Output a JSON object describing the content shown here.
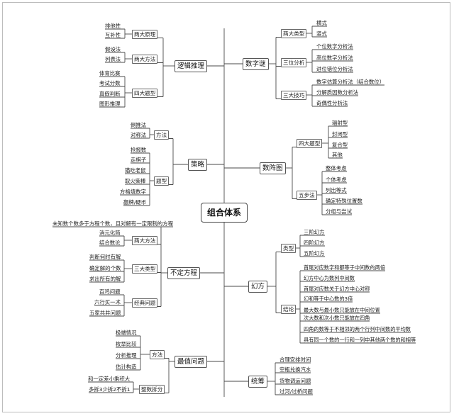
{
  "root": "组合体系",
  "branches": [
    {
      "id": "logic",
      "label": "逻辑推理",
      "children": [
        {
          "id": "logic-a",
          "label": "两大原理",
          "items": [
            "排他性",
            "互补性"
          ]
        },
        {
          "id": "logic-b",
          "label": "两大方法",
          "items": [
            "假设法",
            "列表法"
          ]
        },
        {
          "id": "logic-c",
          "label": "四大题型",
          "items": [
            "体育比赛",
            "考试分数",
            "真假判断",
            "图形推理"
          ]
        }
      ]
    },
    {
      "id": "digit",
      "label": "数字谜",
      "children": [
        {
          "id": "digit-a",
          "label": "两大类型",
          "items": [
            "横式",
            "竖式"
          ]
        },
        {
          "id": "digit-b",
          "label": "三位分析",
          "items": [
            "个位数字分析法",
            "高位数字分析法",
            "进位错位分析法"
          ]
        },
        {
          "id": "digit-c",
          "label": "三大技巧",
          "items": [
            "数字估算分析法（结合数位）",
            "分解质因数分析法",
            "奇偶性分析法"
          ]
        }
      ]
    },
    {
      "id": "strategy",
      "label": "策略",
      "children": [
        {
          "id": "strategy-a",
          "label": "方法",
          "items": [
            "倒推法",
            "对称法"
          ]
        },
        {
          "id": "strategy-b",
          "label": "题型",
          "items": [
            "抢报数",
            "走棋子",
            "猫吃老鼠",
            "取火柴棒",
            "方格填数字",
            "翻牌/硬币"
          ]
        }
      ]
    },
    {
      "id": "array",
      "label": "数阵图",
      "children": [
        {
          "id": "array-a",
          "label": "四大题型",
          "items": [
            "辐射型",
            "封闭型",
            "复合型",
            "其他"
          ]
        },
        {
          "id": "array-b",
          "label": "五步法",
          "items": [
            "整体考虑",
            "个体考虑",
            "列出等式",
            "确定特殊位置数",
            "分组与尝试"
          ]
        }
      ]
    },
    {
      "id": "indet",
      "label": "不定方程",
      "note": "未知数个数多于方程个数，且对解有一定限制的方程",
      "children": [
        {
          "id": "indet-a",
          "label": "两大方法",
          "items": [
            "消元化简",
            "结合数论"
          ]
        },
        {
          "id": "indet-b",
          "label": "三大类型",
          "items": [
            "判断何时有解",
            "确定解的个数",
            "求出所有的解"
          ]
        },
        {
          "id": "indet-c",
          "label": "经典问题",
          "items": [
            "百鸡问题",
            "六行买一术",
            "五家共井问题"
          ]
        }
      ]
    },
    {
      "id": "magic",
      "label": "幻方",
      "children": [
        {
          "id": "magic-a",
          "label": "类型",
          "items": [
            "三阶幻方",
            "四阶幻方",
            "五阶幻方"
          ]
        },
        {
          "id": "magic-b",
          "label": "结论",
          "items": [
            "首尾对应数字和都等于中间数的两倍",
            "幻方中心为数列中间数",
            "首尾对应数关于幻方中心对称",
            "幻和等于中心数的3倍",
            "最大数与最小数只能放在中间位置",
            "次大数和次小数只能放在四角",
            "四角的数等于不相邻的两个行列中间数的平均数",
            "具有同一个数的一行和一列中其他两个数的和相等"
          ]
        }
      ]
    },
    {
      "id": "best",
      "label": "最值问题",
      "children": [
        {
          "id": "best-a",
          "label": "方法",
          "items": [
            "极端情况",
            "枚举比较",
            "分析推理",
            "估计构造"
          ]
        },
        {
          "id": "best-b",
          "label": "整数拆分",
          "items": [
            "和一定差小乘积大",
            "多拆3少拆2不拆1"
          ]
        }
      ]
    },
    {
      "id": "plan",
      "label": "统筹",
      "children": [
        {
          "id": "plan-a",
          "label": "",
          "items": [
            "合理安排时间",
            "空瓶兑换汽水",
            "货物调运问题",
            "过河/过桥问题"
          ]
        }
      ]
    }
  ]
}
